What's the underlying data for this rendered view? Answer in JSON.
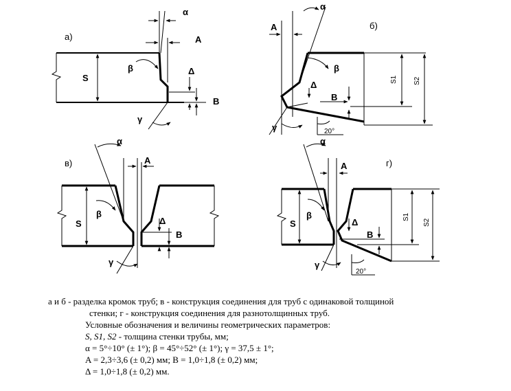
{
  "labels": {
    "a": "а)",
    "b": "б)",
    "v": "в)",
    "g": "г)",
    "alpha": "α",
    "beta": "β",
    "gamma": "γ",
    "delta": "Δ",
    "A": "A",
    "B": "B",
    "S": "S",
    "S1": "S1",
    "S2": "S2",
    "angle20": "20°"
  },
  "caption": {
    "line1": "а и б - разделка кромок труб; в - конструкция соединения для труб с одинаковой толщиной",
    "line2": "стенки; г - конструкция соединения для разнотолщинных труб.",
    "line3": "Условные обозначения и величины геометрических параметров:",
    "line4_vars": "S, S1, S2",
    "line4_text": " - толщина стенки трубы, мм;",
    "line5": "α = 5°÷10° (± 1°); β = 45°÷52° (± 1°); γ = 37,5 ± 1°;",
    "line6": "A = 2,3÷3,6 (± 0,2) мм; B = 1,0÷1,8 (± 0,2) мм;",
    "line7": "Δ = 1,0÷1,8 (± 0,2) мм."
  }
}
